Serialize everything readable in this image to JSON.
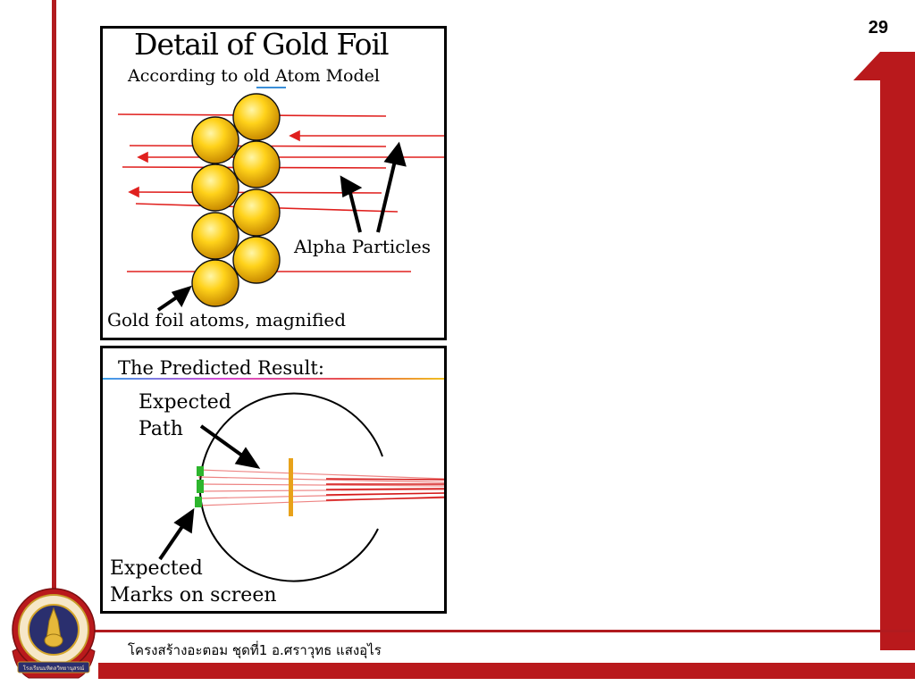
{
  "slide": {
    "page_number": "29",
    "footer": "โครงสร้างอะตอม ชุดที่1 อ.ศราวุทธ แสงอุไร"
  },
  "panel_gold_foil": {
    "title": "Detail of Gold Foil",
    "subtitle_before": "According to ",
    "subtitle_underlined": "old",
    "subtitle_after": " Atom Model",
    "alpha_label": "Alpha Particles",
    "gold_label": "Gold foil atoms, magnified"
  },
  "panel_predicted": {
    "title": "The Predicted Result:",
    "path_label_line1": "Expected",
    "path_label_line2": "Path",
    "marks_label_line1": "Expected",
    "marks_label_line2": "Marks on screen"
  },
  "logo": {
    "text": "โรงเรียนมหิดลวิทยานุสรณ์"
  },
  "colors": {
    "brand_red": "#b9191c",
    "gold": "#f5c518",
    "beam_red": "#e0201e",
    "screen_green": "#2db52d",
    "foil_orange": "#e8a21a"
  }
}
